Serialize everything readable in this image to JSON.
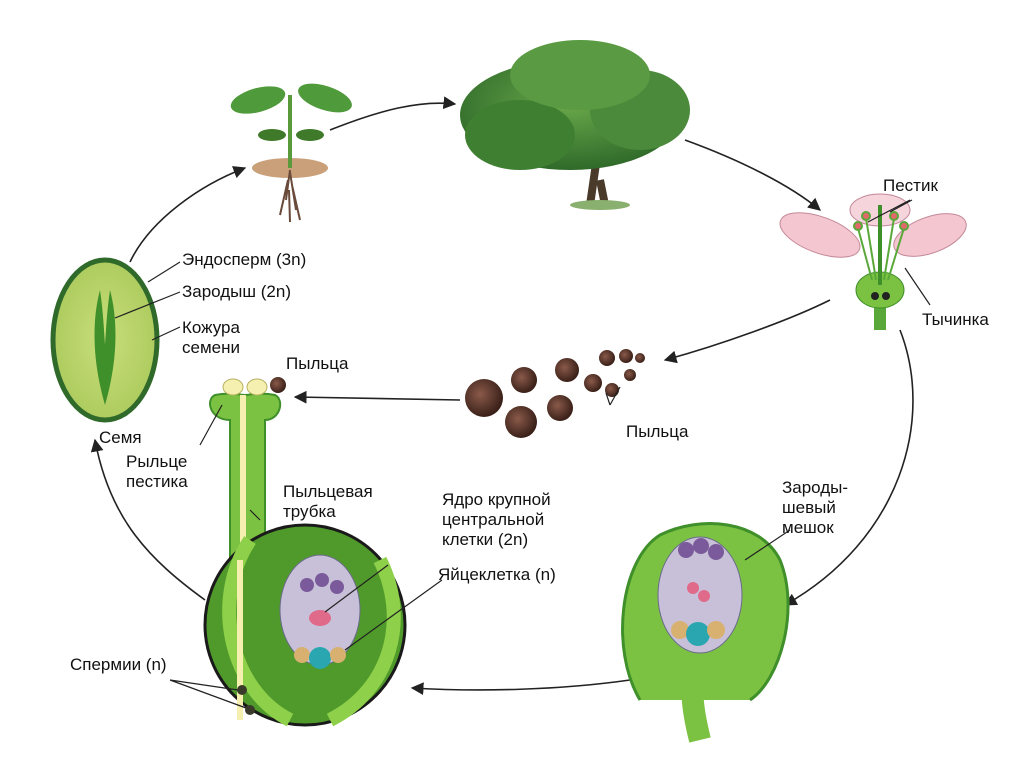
{
  "labels": {
    "endosperm": "Эндосперм (3n)",
    "zygote": "Зародыш (2n)",
    "seed_coat_1": "Кожура",
    "seed_coat_2": "семени",
    "pollen_top": "Пыльца",
    "pollen_mid": "Пыльца",
    "seed": "Семя",
    "stigma_1": "Рыльце",
    "stigma_2": "пестика",
    "tube_1": "Пыльцевая",
    "tube_2": "трубка",
    "central_1": "Ядро крупной",
    "central_2": "центральной",
    "central_3": "клетки (2n)",
    "egg": "Яйцеклетка (n)",
    "sperm": "Спермии (n)",
    "pistil": "Пестик",
    "stamen": "Тычинка",
    "sac_1": "Зароды-",
    "sac_2": "шевый",
    "sac_3": "мешок"
  },
  "colors": {
    "green": "#7cc242",
    "dark_green": "#3f8f2a",
    "light_green": "#c7e07a",
    "purple": "#7a5a9a",
    "pink": "#e06a8a",
    "teal": "#2aa6b0",
    "brown": "#5a3a2a"
  }
}
